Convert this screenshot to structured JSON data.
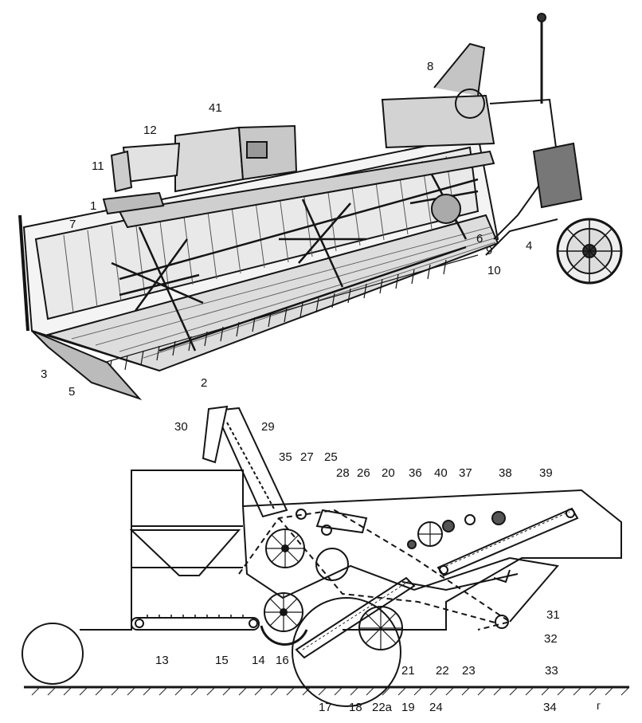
{
  "figure": {
    "top_view": {
      "callouts": [
        "41",
        "12",
        "11",
        "1",
        "7",
        "8",
        "6",
        "9",
        "10",
        "4",
        "3",
        "5",
        "2"
      ]
    },
    "bottom_view": {
      "callouts": [
        "30",
        "29",
        "35",
        "27",
        "25",
        "28",
        "26",
        "20",
        "36",
        "40",
        "37",
        "38",
        "39",
        "13",
        "15",
        "14",
        "16",
        "31",
        "32",
        "33",
        "21",
        "22",
        "23",
        "17",
        "18",
        "22a",
        "19",
        "24",
        "34"
      ],
      "corner_mark": "г"
    }
  },
  "colors": {
    "ink": "#151515",
    "paper": "#ffffff",
    "hatch": "#222222"
  }
}
